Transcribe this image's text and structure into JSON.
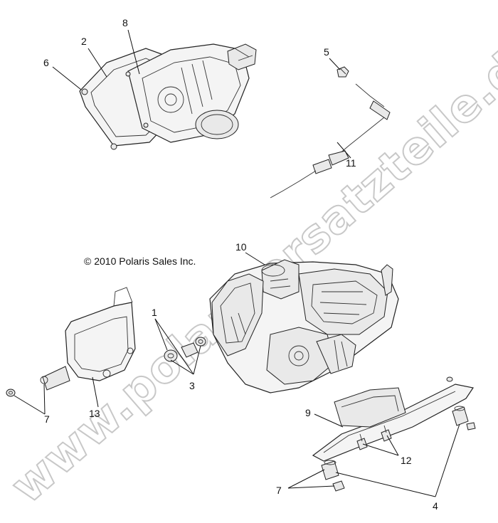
{
  "copyright": "© 2010 Polaris Sales Inc.",
  "watermark": "www.polarisersatzteile.de",
  "callouts": {
    "c1": "1",
    "c2": "2",
    "c3": "3",
    "c4": "4",
    "c5": "5",
    "c6": "6",
    "c7a": "7",
    "c7b": "7",
    "c8": "8",
    "c9": "9",
    "c10": "10",
    "c11": "11",
    "c12": "12",
    "c13": "13"
  }
}
